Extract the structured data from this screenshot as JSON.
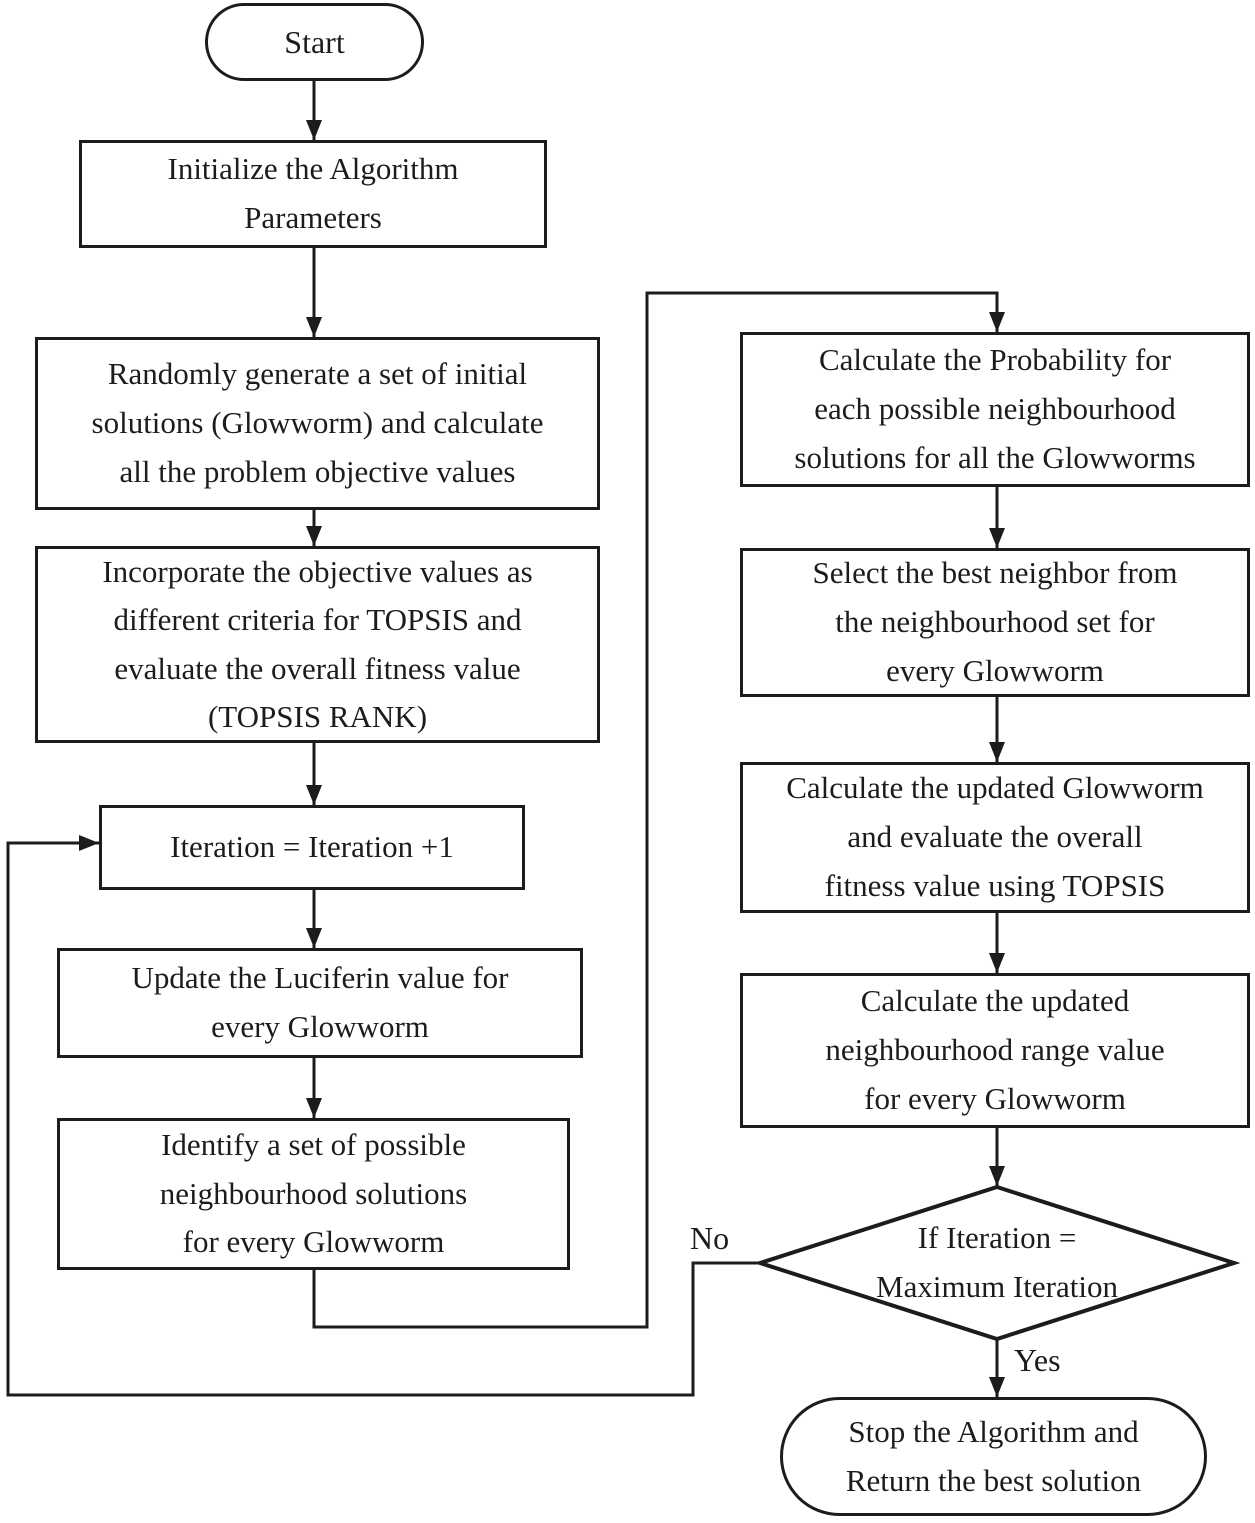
{
  "flowchart": {
    "nodes": {
      "start": {
        "type": "terminator",
        "label": "Start"
      },
      "initialize": {
        "type": "process",
        "label": "Initialize the Algorithm\nParameters"
      },
      "generate": {
        "type": "process",
        "label": "Randomly generate a set of initial\nsolutions (Glowworm) and calculate\nall the problem objective values"
      },
      "topsis": {
        "type": "process",
        "label": "Incorporate the objective values as\ndifferent criteria for TOPSIS and\nevaluate the overall fitness value\n(TOPSIS RANK)"
      },
      "iteration": {
        "type": "process",
        "label": "Iteration = Iteration +1"
      },
      "luciferin": {
        "type": "process",
        "label": "Update the Luciferin value for\nevery Glowworm"
      },
      "identify": {
        "type": "process",
        "label": "Identify a set of possible\nneighbourhood solutions\nfor every Glowworm"
      },
      "probability": {
        "type": "process",
        "label": "Calculate the Probability for\neach possible neighbourhood\nsolutions for all the Glowworms"
      },
      "select_neighbor": {
        "type": "process",
        "label": "Select the best neighbor from\nthe neighbourhood set for\nevery Glowworm"
      },
      "update_glowworm": {
        "type": "process",
        "label": "Calculate the updated Glowworm\nand evaluate the overall\nfitness value using TOPSIS"
      },
      "update_range": {
        "type": "process",
        "label": "Calculate the updated\nneighbourhood range value\nfor every Glowworm"
      },
      "decision": {
        "type": "decision",
        "label": "If Iteration =\nMaximum Iteration"
      },
      "stop": {
        "type": "terminator",
        "label": "Stop the Algorithm and\nReturn the best solution"
      }
    },
    "edge_labels": {
      "no": "No",
      "yes": "Yes"
    },
    "colors": {
      "stroke": "#1c1c1c",
      "text": "#1c1c1c",
      "background": "#ffffff"
    }
  }
}
